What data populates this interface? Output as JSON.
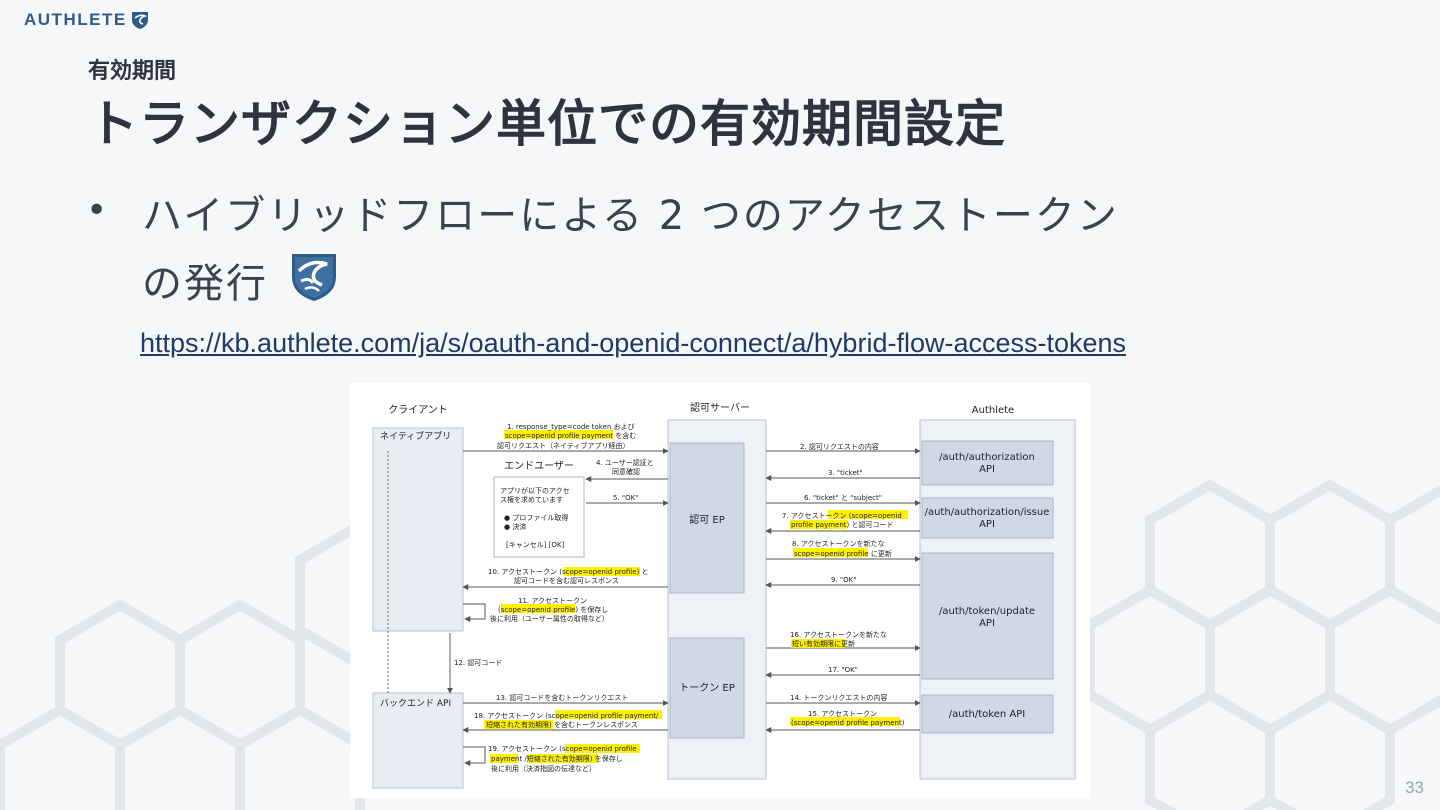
{
  "brand": {
    "name": "AUTHLETE",
    "accent": "#2f5b87"
  },
  "slide": {
    "section": "有効期間",
    "title": "トランザクション単位での有効期間設定",
    "bullet": "ハイブリッドフローによる 2 つのアクセストークンの発行",
    "bullet_line1": "ハイブリッドフローによる 2 つのアクセストークン",
    "bullet_line2": "の発行",
    "link": "https://kb.authlete.com/ja/s/oauth-and-openid-connect/a/hybrid-flow-access-tokens",
    "page_number": "33"
  },
  "diagram": {
    "lanes": {
      "client": "クライアント",
      "server": "認可サーバー",
      "authlete": "Authlete"
    },
    "boxes": {
      "native_app": "ネイティブアプリ",
      "backend_api": "バックエンド API",
      "end_user": "エンドユーザー",
      "authz_ep": "認可 EP",
      "token_ep": "トークン EP",
      "auth_authorization_1": "/auth/authorization",
      "auth_authorization_2": "API",
      "auth_issue_1": "/auth/authorization/issue",
      "auth_issue_2": "API",
      "token_update_1": "/auth/token/update",
      "token_update_2": "API",
      "token_api": "/auth/token API"
    },
    "consent": {
      "line1": "アプリが以下のアクセ",
      "line2": "ス権を求めています",
      "item1": "● プロファイル取得",
      "item2": "● 決済",
      "buttons": "[キャンセル] [OK]"
    },
    "messages": {
      "m1a": "1. response_type=code token および",
      "m1b": "scope=openid profile payment",
      "m1b_suffix": " を含む",
      "m1c": "認可リクエスト（ネイティブアプリ経由）",
      "m2": "2. 認可リクエストの内容",
      "m3": "3. \"ticket\"",
      "m4a": "4. ユーザー認証と",
      "m4b": "同意確認",
      "m5": "5. \"OK\"",
      "m6": "6. \"ticket\" と \"subject\"",
      "m7a_pre": "7. アクセストークン (",
      "m7a_hl": "scope=openid",
      "m7b_hl": "profile payment",
      "m7b_suffix": ") と認可コード",
      "m8a": "8. アクセストークンを新たな",
      "m8b_hl": "scope=openid profile",
      "m8b_suffix": " に更新",
      "m9": "9. \"OK\"",
      "m10a_pre": "10. アクセストークン (",
      "m10a_hl": "scope=openid profile",
      "m10a_suffix": ") と",
      "m10b": "認可コードを含む認可レスポンス",
      "m11a": "11. アクセストークン",
      "m11b_pre": "(",
      "m11b_hl": "scope=openid profile",
      "m11b_suffix": ") を保存し",
      "m11c": "後に利用（ユーザー属性の取得など）",
      "m12": "12. 認可コード",
      "m13": "13. 認可コードを含むトークンリクエスト",
      "m14": "14. トークンリクエストの内容",
      "m15a": "15. アクセストークン",
      "m15b_hl": "(scope=openid profile payment)",
      "m16a": "16. アクセストークンを新たな",
      "m16b_hl": "短い有効期限",
      "m16b_suffix": "に更新",
      "m17": "17. \"OK\"",
      "m18a_pre": "18. アクセストークン (",
      "m18a_hl": "scope=openid profile payment/",
      "m18b_hl": "短縮された有効期限",
      "m18b_suffix": ") を含むトークンレスポンス",
      "m19a_pre": "19. アクセストークン (",
      "m19a_hl": "scope=openid profile",
      "m19b_hl": "payment",
      "m19b_mid": " /",
      "m19b_hl2": "短縮された有効期限",
      "m19b_suffix": ") を保存し",
      "m19c": "後に利用（決済指図の伝達など）"
    }
  },
  "colors": {
    "text": "#2d3440",
    "highlight": "#fff200",
    "box_fill": "#cfd8e6",
    "lane_fill": "#e8edf4",
    "link": "#1f3a66"
  },
  "icons": [
    "authlete-shield-icon"
  ]
}
